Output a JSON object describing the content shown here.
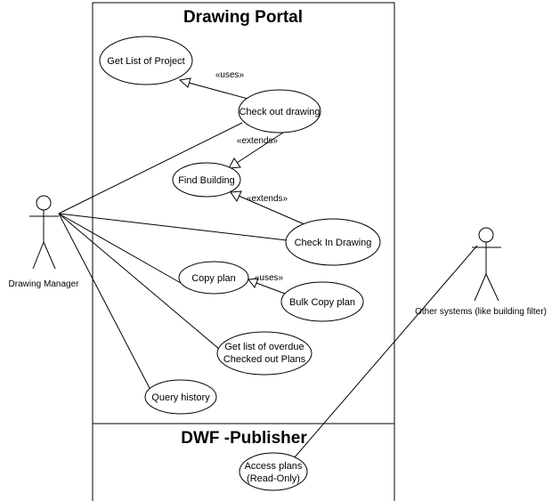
{
  "systems": {
    "drawing_portal": "Drawing Portal",
    "dwf_publisher": "DWF -Publisher"
  },
  "actors": {
    "drawing_manager": "Drawing Manager",
    "other_systems": "Other systems (like building filter)"
  },
  "use_cases": {
    "get_list_of_project": "Get List of Project",
    "check_out_drawing": "Check out drawing",
    "find_building": "Find Building",
    "check_in_drawing": "Check In Drawing",
    "copy_plan": "Copy plan",
    "bulk_copy_plan": "Bulk Copy plan",
    "overdue_line1": "Get list of overdue",
    "overdue_line2": "Checked out Plans",
    "query_history": "Query history",
    "access_plans_line1": "Access plans",
    "access_plans_line2": "(Read-Only)"
  },
  "relations": {
    "uses_1": "«uses»",
    "extends_1": "«extends»",
    "extends_2": "«extends»",
    "uses_2": "«uses»"
  }
}
